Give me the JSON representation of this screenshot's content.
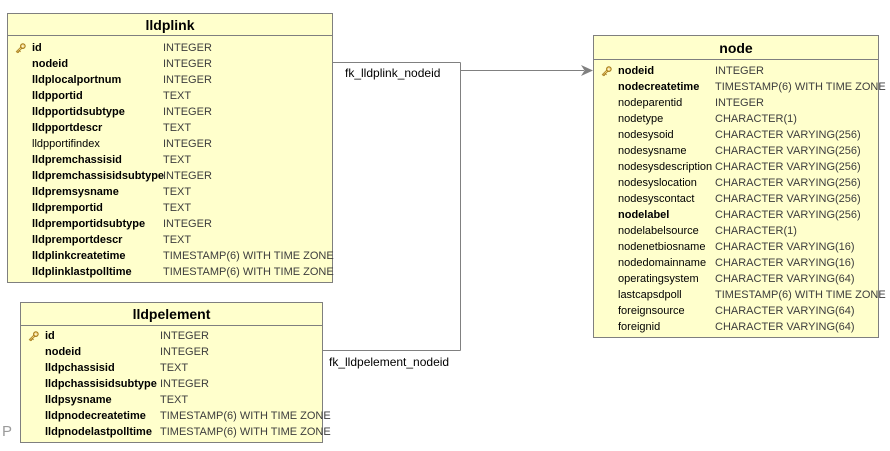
{
  "diagram": {
    "tables": [
      {
        "name": "lldplink",
        "columns": [
          {
            "name": "id",
            "type": "INTEGER",
            "bold": true,
            "key": true
          },
          {
            "name": "nodeid",
            "type": "INTEGER",
            "bold": true,
            "key": false
          },
          {
            "name": "lldplocalportnum",
            "type": "INTEGER",
            "bold": true,
            "key": false
          },
          {
            "name": "lldpportid",
            "type": "TEXT",
            "bold": true,
            "key": false
          },
          {
            "name": "lldpportidsubtype",
            "type": "INTEGER",
            "bold": true,
            "key": false
          },
          {
            "name": "lldpportdescr",
            "type": "TEXT",
            "bold": true,
            "key": false
          },
          {
            "name": "lldpportifindex",
            "type": "INTEGER",
            "bold": false,
            "key": false
          },
          {
            "name": "lldpremchassisid",
            "type": "TEXT",
            "bold": true,
            "key": false
          },
          {
            "name": "lldpremchassisidsubtype",
            "type": "INTEGER",
            "bold": true,
            "key": false
          },
          {
            "name": "lldpremsysname",
            "type": "TEXT",
            "bold": true,
            "key": false
          },
          {
            "name": "lldpremportid",
            "type": "TEXT",
            "bold": true,
            "key": false
          },
          {
            "name": "lldpremportidsubtype",
            "type": "INTEGER",
            "bold": true,
            "key": false
          },
          {
            "name": "lldpremportdescr",
            "type": "TEXT",
            "bold": true,
            "key": false
          },
          {
            "name": "lldplinkcreatetime",
            "type": "TIMESTAMP(6) WITH TIME ZONE",
            "bold": true,
            "key": false
          },
          {
            "name": "lldplinklastpolltime",
            "type": "TIMESTAMP(6) WITH TIME ZONE",
            "bold": true,
            "key": false
          }
        ]
      },
      {
        "name": "lldpelement",
        "columns": [
          {
            "name": "id",
            "type": "INTEGER",
            "bold": true,
            "key": true
          },
          {
            "name": "nodeid",
            "type": "INTEGER",
            "bold": true,
            "key": false
          },
          {
            "name": "lldpchassisid",
            "type": "TEXT",
            "bold": true,
            "key": false
          },
          {
            "name": "lldpchassisidsubtype",
            "type": "INTEGER",
            "bold": true,
            "key": false
          },
          {
            "name": "lldpsysname",
            "type": "TEXT",
            "bold": true,
            "key": false
          },
          {
            "name": "lldpnodecreatetime",
            "type": "TIMESTAMP(6) WITH TIME ZONE",
            "bold": true,
            "key": false
          },
          {
            "name": "lldpnodelastpolltime",
            "type": "TIMESTAMP(6) WITH TIME ZONE",
            "bold": true,
            "key": false
          }
        ]
      },
      {
        "name": "node",
        "columns": [
          {
            "name": "nodeid",
            "type": "INTEGER",
            "bold": true,
            "key": true
          },
          {
            "name": "nodecreatetime",
            "type": "TIMESTAMP(6) WITH TIME ZONE",
            "bold": true,
            "key": false
          },
          {
            "name": "nodeparentid",
            "type": "INTEGER",
            "bold": false,
            "key": false
          },
          {
            "name": "nodetype",
            "type": "CHARACTER(1)",
            "bold": false,
            "key": false
          },
          {
            "name": "nodesysoid",
            "type": "CHARACTER VARYING(256)",
            "bold": false,
            "key": false
          },
          {
            "name": "nodesysname",
            "type": "CHARACTER VARYING(256)",
            "bold": false,
            "key": false
          },
          {
            "name": "nodesysdescription",
            "type": "CHARACTER VARYING(256)",
            "bold": false,
            "key": false
          },
          {
            "name": "nodesyslocation",
            "type": "CHARACTER VARYING(256)",
            "bold": false,
            "key": false
          },
          {
            "name": "nodesyscontact",
            "type": "CHARACTER VARYING(256)",
            "bold": false,
            "key": false
          },
          {
            "name": "nodelabel",
            "type": "CHARACTER VARYING(256)",
            "bold": true,
            "key": false
          },
          {
            "name": "nodelabelsource",
            "type": "CHARACTER(1)",
            "bold": false,
            "key": false
          },
          {
            "name": "nodenetbiosname",
            "type": "CHARACTER VARYING(16)",
            "bold": false,
            "key": false
          },
          {
            "name": "nodedomainname",
            "type": "CHARACTER VARYING(16)",
            "bold": false,
            "key": false
          },
          {
            "name": "operatingsystem",
            "type": "CHARACTER VARYING(64)",
            "bold": false,
            "key": false
          },
          {
            "name": "lastcapsdpoll",
            "type": "TIMESTAMP(6) WITH TIME ZONE",
            "bold": false,
            "key": false
          },
          {
            "name": "foreignsource",
            "type": "CHARACTER VARYING(64)",
            "bold": false,
            "key": false
          },
          {
            "name": "foreignid",
            "type": "CHARACTER VARYING(64)",
            "bold": false,
            "key": false
          }
        ]
      }
    ],
    "relationships": [
      {
        "label": "fk_lldplink_nodeid"
      },
      {
        "label": "fk_lldpelement_nodeid"
      }
    ],
    "icons": {
      "primary_key": "key-icon"
    },
    "watermark": "P",
    "colors": {
      "table_fill": "#FFFFCC",
      "border": "#7F7F7F",
      "connector": "#808080",
      "type_text": "#3D3D3D",
      "key_gold": "#EFD27A",
      "key_outline": "#A57B1C"
    }
  }
}
